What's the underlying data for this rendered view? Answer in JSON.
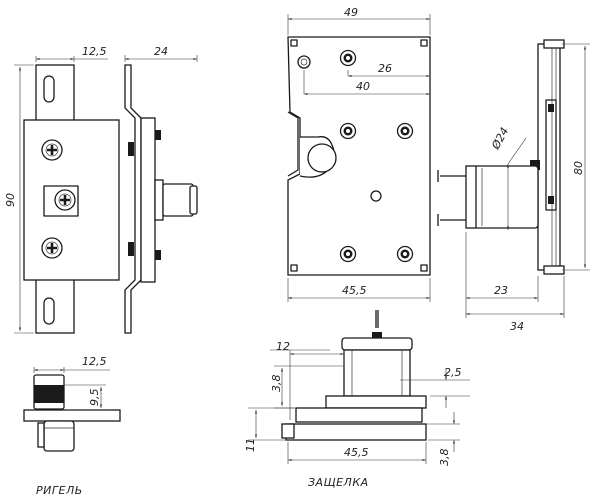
{
  "rigel": {
    "caption": "РИГЕЛЬ",
    "front": {
      "height": "90",
      "width": "12,5"
    },
    "side": {
      "depth": "24"
    },
    "bottom": {
      "width": "12,5",
      "height": "9,5"
    }
  },
  "zashchelka": {
    "caption": "ЗАЩЕЛКА",
    "front": {
      "width_top": "49",
      "width_bottom": "45,5",
      "hole_26": "26",
      "hole_40": "40"
    },
    "side": {
      "diameter": "Ø24",
      "height": "80",
      "depth_23": "23",
      "depth_34": "34"
    },
    "bottom": {
      "w12": "12",
      "h38_left": "3,8",
      "h25": "2,5",
      "h11": "11",
      "width": "45,5",
      "h38_right": "3,8"
    }
  },
  "colors": {
    "line": "#1a1a1a",
    "background": "#ffffff"
  }
}
